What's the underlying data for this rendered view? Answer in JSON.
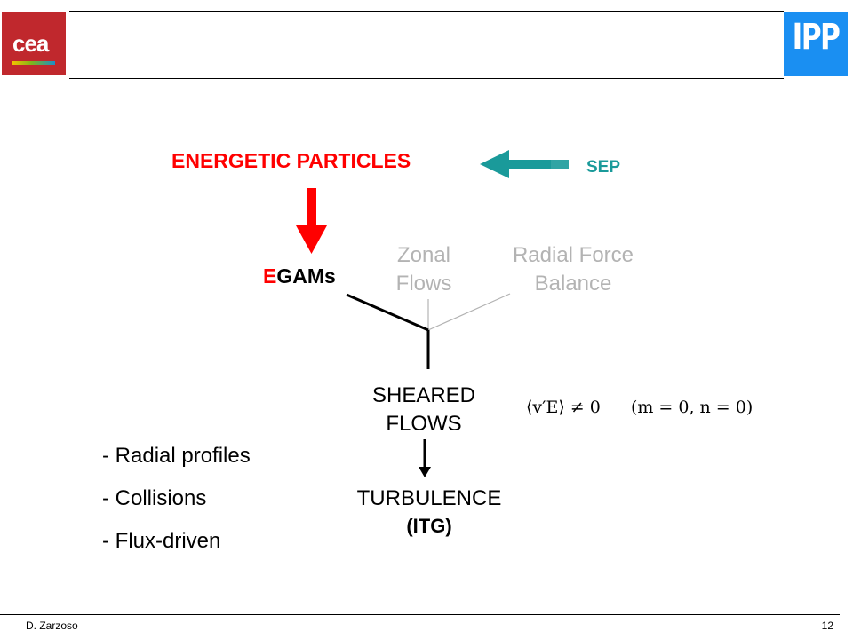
{
  "header": {
    "left_logo": {
      "name": "cea logo",
      "text": "cea",
      "color": "#c0282d"
    },
    "right_logo": {
      "name": "IPP logo",
      "text": "IPP",
      "color": "#1a8ff2"
    }
  },
  "diagram": {
    "energetic_particles": "ENERGETIC PARTICLES",
    "sep": "SEP",
    "egams_first_letter": "E",
    "egams_rest": "GAMs",
    "zonal_flows": [
      "Zonal",
      "Flows"
    ],
    "radial_force_balance": [
      "Radial Force",
      "Balance"
    ],
    "sheared_flows": [
      "SHEARED",
      "FLOWS"
    ],
    "equation_lhs": "⟨v′E⟩ ≠ 0",
    "equation_rhs": "(m = 0, n = 0)",
    "turbulence": "TURBULENCE",
    "itg": "(ITG)",
    "colors": {
      "red": "#ff0000",
      "teal": "#1a9a9a",
      "grey": "#b3b3b3",
      "black": "#000000"
    }
  },
  "bullets": [
    "- Radial profiles",
    "- Collisions",
    "- Flux-driven"
  ],
  "footer": {
    "author": "D. Zarzoso",
    "page_number": "12"
  }
}
